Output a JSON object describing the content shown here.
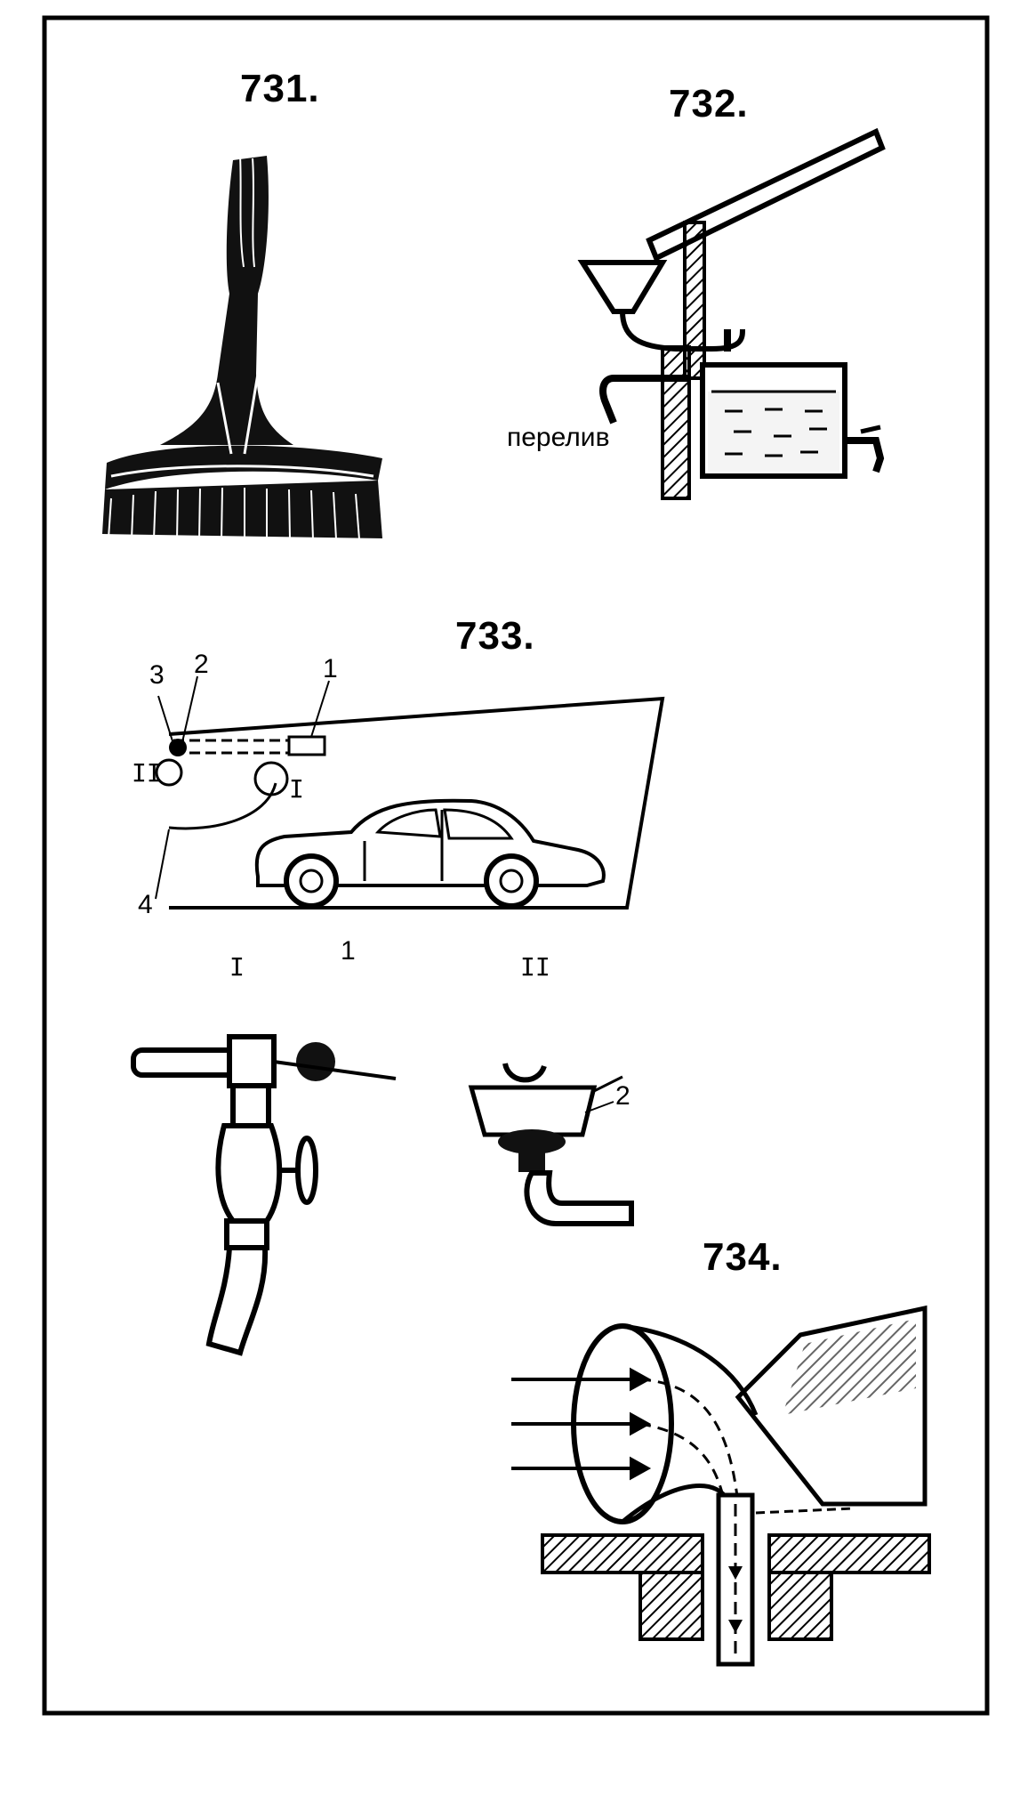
{
  "figures": {
    "f731": {
      "number": "731."
    },
    "f732": {
      "number": "732.",
      "overflow_label": "перелив"
    },
    "f733": {
      "number": "733.",
      "callouts": [
        "1",
        "2",
        "3",
        "4"
      ],
      "detail_labels": [
        "I",
        "II"
      ],
      "detail_I_callout": "1",
      "detail_II_callout": "2"
    },
    "f734": {
      "number": "734."
    }
  }
}
